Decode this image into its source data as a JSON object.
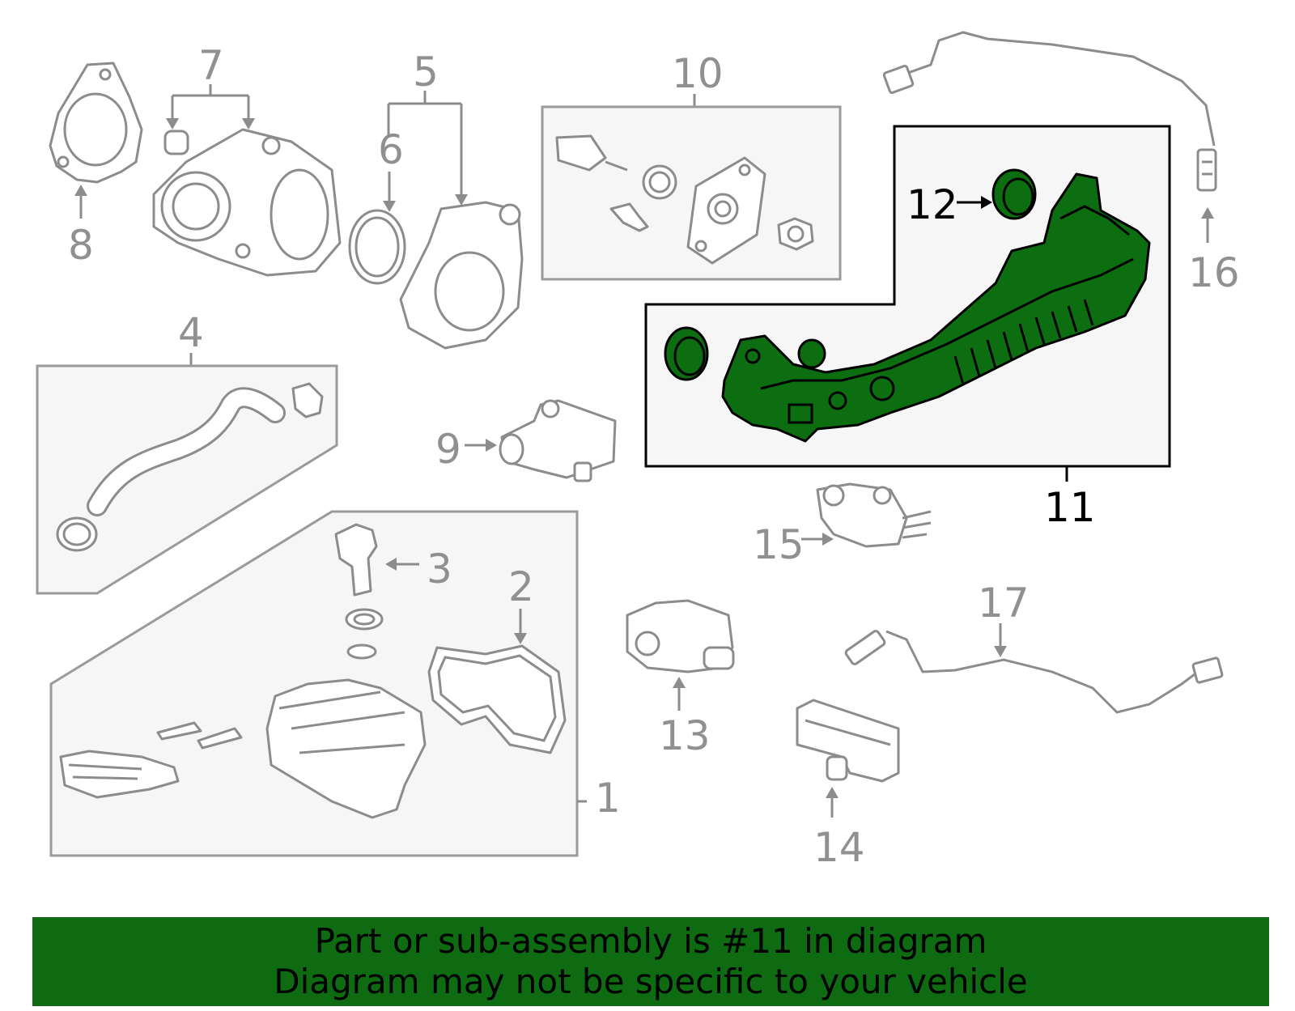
{
  "callouts": {
    "c1": "1",
    "c2": "2",
    "c3": "3",
    "c4": "4",
    "c5": "5",
    "c6": "6",
    "c7": "7",
    "c8": "8",
    "c9": "9",
    "c10": "10",
    "c11": "11",
    "c12": "12",
    "c13": "13",
    "c14": "14",
    "c15": "15",
    "c16": "16",
    "c17": "17"
  },
  "highlighted_part": "11",
  "colors": {
    "highlight": "#0d6e11",
    "banner": "#0e6b12",
    "muted": "#909090"
  },
  "banner": {
    "line1": "Part or sub-assembly is #11 in diagram",
    "line2": "Diagram may not be specific to your vehicle"
  }
}
